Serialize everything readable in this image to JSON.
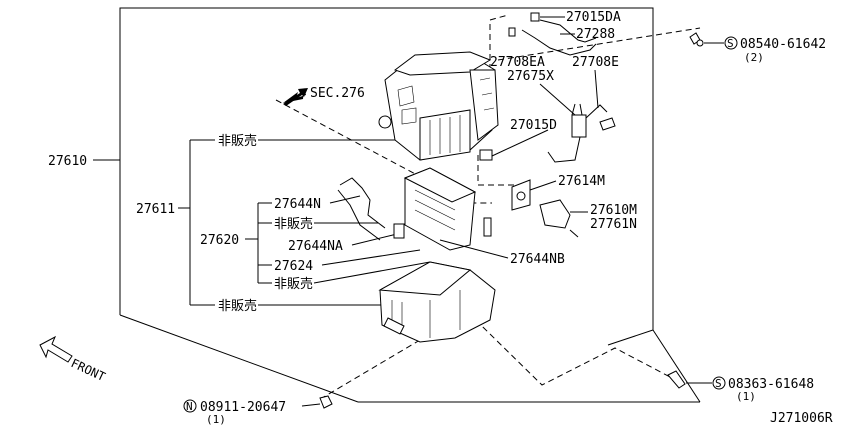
{
  "diagram": {
    "main_part": "27610",
    "assembly": "27611",
    "sub_assembly": "27620",
    "not_for_sale_1": "非販売",
    "not_for_sale_2": "非販売",
    "not_for_sale_3": "非販売",
    "not_for_sale_4": "非販売",
    "sec_ref": "SEC.276",
    "part_27015DA": "27015DA",
    "part_27288": "27288",
    "part_27708EA": "27708EA",
    "part_27675X": "27675X",
    "part_27708E": "27708E",
    "part_27015D": "27015D",
    "part_27614M": "27614M",
    "part_27610M": "27610M",
    "part_27761N": "27761N",
    "part_27644N": "27644N",
    "part_27644NA": "27644NA",
    "part_27624": "27624",
    "part_27644NB": "27644NB",
    "screw_top": {
      "symbol": "S",
      "number": "08540-61642",
      "qty": "(2)"
    },
    "screw_bottom": {
      "symbol": "S",
      "number": "08363-61648",
      "qty": "(1)"
    },
    "nut_bottom": {
      "symbol": "N",
      "number": "08911-20647",
      "qty": "(1)"
    },
    "front_label": "FRONT",
    "drawing_id": "J271006R"
  }
}
